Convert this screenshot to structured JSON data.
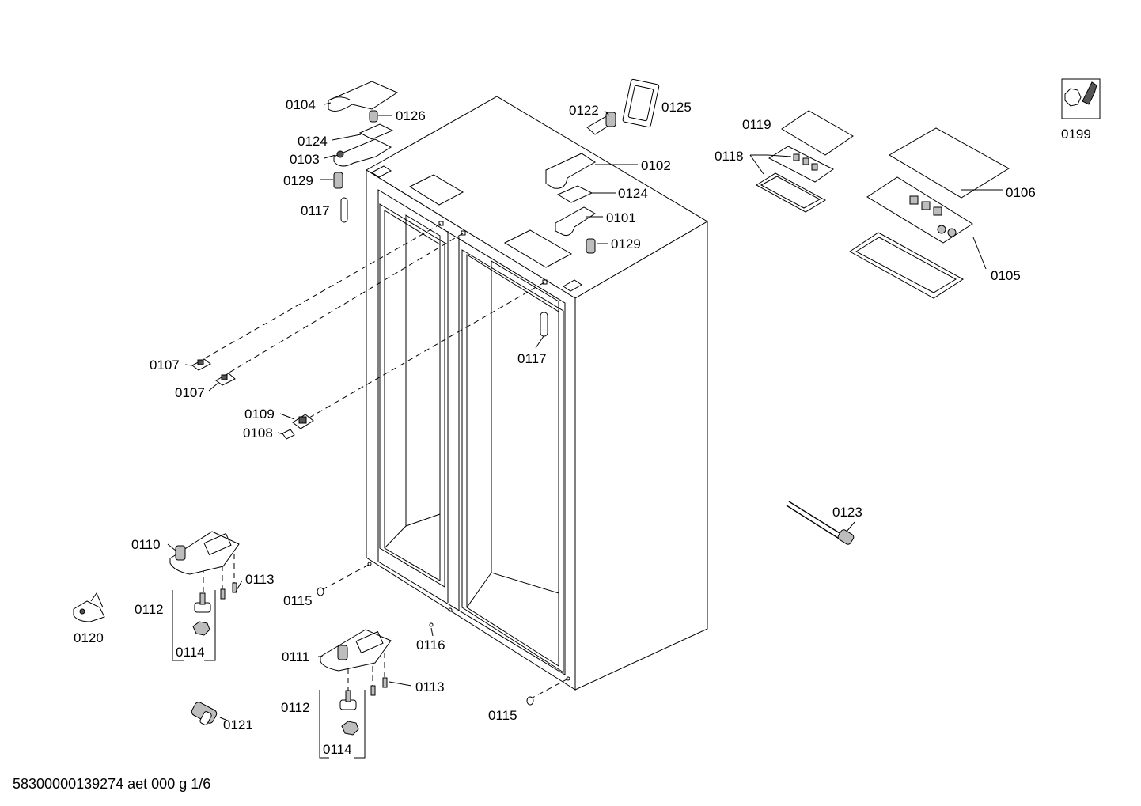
{
  "footer": {
    "drawing_id": "58300000139274 aet 000 g 1/6"
  },
  "callouts": {
    "c0104": "0104",
    "c0126": "0126",
    "c0124a": "0124",
    "c0103": "0103",
    "c0129a": "0129",
    "c0117a": "0117",
    "c0122": "0122",
    "c0125": "0125",
    "c0102": "0102",
    "c0124b": "0124",
    "c0101": "0101",
    "c0129b": "0129",
    "c0119": "0119",
    "c0118": "0118",
    "c0106": "0106",
    "c0105": "0105",
    "c0199": "0199",
    "c0117b": "0117",
    "c0107a": "0107",
    "c0107b": "0107",
    "c0109": "0109",
    "c0108": "0108",
    "c0123": "0123",
    "c0110": "0110",
    "c0113a": "0113",
    "c0112a": "0112",
    "c0115a": "0115",
    "c0120": "0120",
    "c0114a": "0114",
    "c0111": "0111",
    "c0116": "0116",
    "c0113b": "0113",
    "c0112b": "0112",
    "c0121": "0121",
    "c0115b": "0115",
    "c0114b": "0114"
  }
}
